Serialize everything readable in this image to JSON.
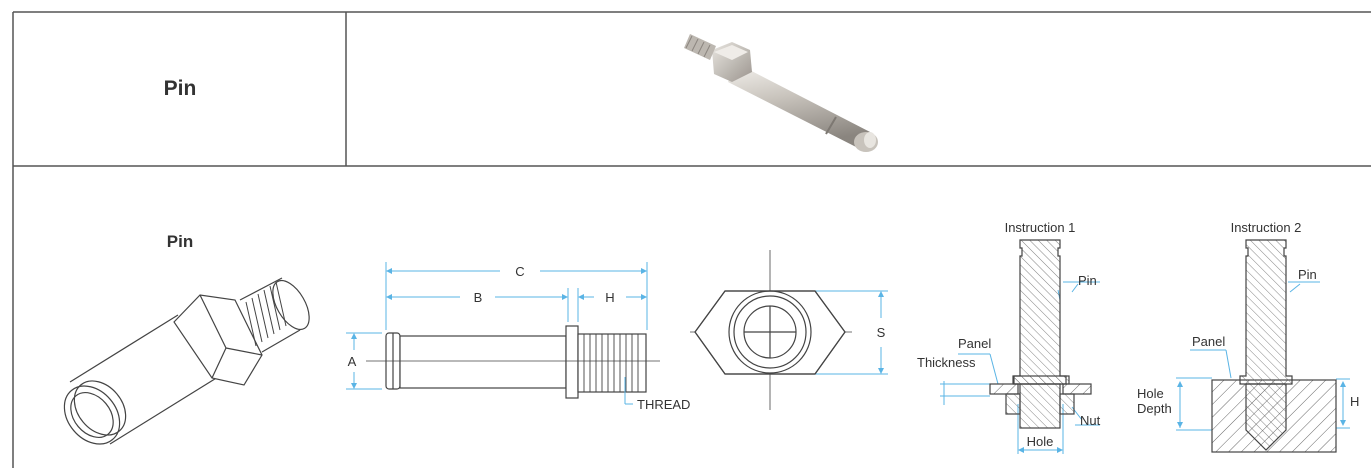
{
  "header": {
    "product_name": "Pin"
  },
  "detail": {
    "iso_label": "Pin",
    "dimensions": {
      "a": "A",
      "b": "B",
      "c": "C",
      "h": "H",
      "s": "S",
      "thread": "THREAD"
    },
    "instruction_1": {
      "title": "Instruction 1",
      "pin": "Pin",
      "panel": "Panel",
      "thickness": "Thickness",
      "nut": "Nut",
      "hole": "Hole"
    },
    "instruction_2": {
      "title": "Instruction 2",
      "pin": "Pin",
      "panel": "Panel",
      "hole": "Hole",
      "depth": "Depth",
      "h": "H"
    }
  },
  "colors": {
    "border": "#555555",
    "line": "#444444",
    "dimension": "#5ab4e5",
    "metal_light": "#e6e2dc",
    "metal_dark": "#8f8a84"
  }
}
